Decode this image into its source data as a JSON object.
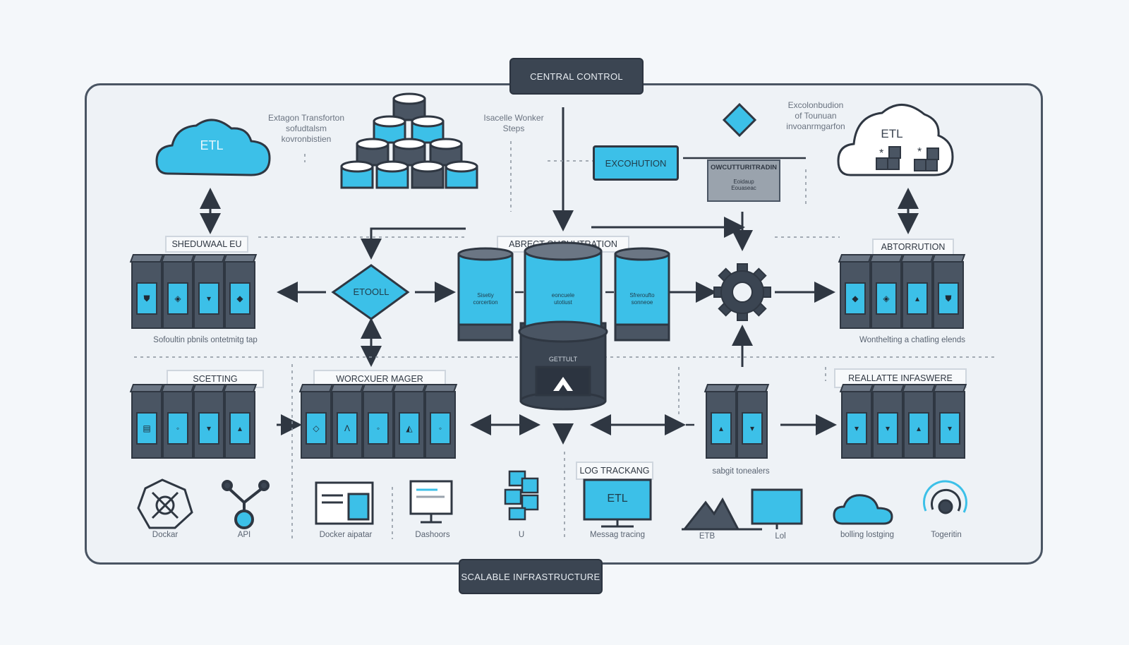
{
  "header": {
    "top_label": "CENTRAL CONTROL",
    "bottom_label": "SCALABLE INFRASTRUCTURE"
  },
  "clouds": {
    "left_label": "ETL",
    "right_label": "ETL"
  },
  "notes": {
    "left": [
      "Extagon Transforton",
      "sofudtalsm",
      "kovronbistien"
    ],
    "center": [
      "Isacelle Wonker",
      "Steps"
    ],
    "right": [
      "Excolonbudion",
      "of Tounuan",
      "invoanrmgarfon"
    ]
  },
  "execution": {
    "button_label": "EXCOHUTION",
    "panel_title": "OWCUTTURITRADIN",
    "panel_sub": [
      "Eoidaup",
      "Eouaseac"
    ]
  },
  "sections": {
    "scheduler": {
      "label": "SHEDUWAAL EU",
      "caption": "Sofoultin pbnils ontetmitg tap"
    },
    "orchestration": {
      "label": "ABRECT OUCUUTRATION"
    },
    "abstraction": {
      "label": "ABTORRUTION",
      "caption": "Wonthelting a chatling elends"
    },
    "scripting": {
      "label": "SCETTING"
    },
    "worker_manager": {
      "label": "WORCXUER MAGER"
    },
    "realtime": {
      "label": "REALLATTE INFASWERE"
    },
    "log_tracking": {
      "label": "LOG TRACKANG"
    },
    "tunnels": {
      "caption": "sabgit tonealers"
    }
  },
  "diamond": {
    "label": "ETOOLL"
  },
  "cylinders": {
    "left": [
      "Sisetiy",
      "corcertion"
    ],
    "center": [
      "eoncuele",
      "utotiust"
    ],
    "right": [
      "Sfreroufto",
      "sonneoe"
    ],
    "base": "GETTULT"
  },
  "monitor_label": "ETL",
  "bottom_icons": [
    {
      "label": "Dockar"
    },
    {
      "label": "API"
    },
    {
      "label": "Docker aipatar"
    },
    {
      "label": "Dashoors"
    },
    {
      "label": "U"
    },
    {
      "label": "Messag tracing"
    },
    {
      "label": "ETB"
    },
    {
      "label": "Lol"
    },
    {
      "label": "bolling lostging"
    },
    {
      "label": "Togeritin"
    }
  ],
  "colors": {
    "accent": "#3cc0e8",
    "dark": "#3b4552",
    "frame": "#4a5563",
    "background": "#f4f7fa"
  }
}
